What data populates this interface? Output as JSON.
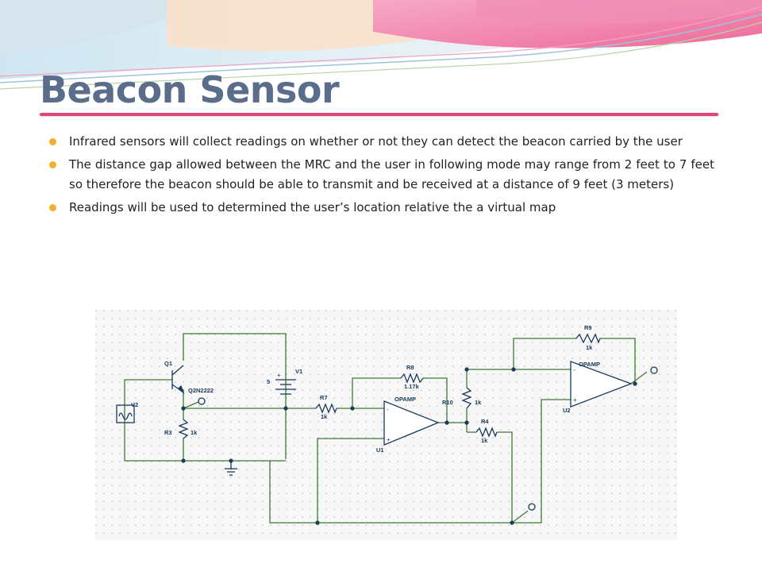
{
  "slide": {
    "title": "Beacon Sensor",
    "bullets": [
      "Infrared sensors will collect readings on whether or not they can detect the beacon carried by the user",
      "The distance gap allowed between the MRC and the user in following mode may range from 2 feet to 7 feet so therefore the beacon should be able to transmit and be received at a distance of 9 feet (3 meters)",
      "Readings will be used to determined the user’s location relative the a virtual map"
    ]
  },
  "schematic": {
    "labels": {
      "q1": "Q1",
      "q1_model": "Q2N2222",
      "v1": "V1",
      "v1_value": "5",
      "v2": "V2",
      "r3": "R3",
      "r3_value": "1k",
      "r7": "R7",
      "r7_value": "1k",
      "r8": "R8",
      "r8_value": "1.17k",
      "u1_type": "OPAMP",
      "u1": "U1",
      "r10": "R10",
      "r10_value": "1k",
      "r4": "R4",
      "r4_value": "1k",
      "r9": "R9",
      "r9_value": "1k",
      "u2_type": "OPAMP",
      "u2": "U2"
    }
  },
  "colors": {
    "title": "#5a6d8a",
    "title_rule": "#e0457a",
    "bullet": "#f4b02c",
    "wire": "#3f7a32",
    "component": "#1a3a5a",
    "grid_dot": "#b8b8b8",
    "banner_pink": "#f07aa8",
    "banner_peach": "#f8d7a8"
  }
}
